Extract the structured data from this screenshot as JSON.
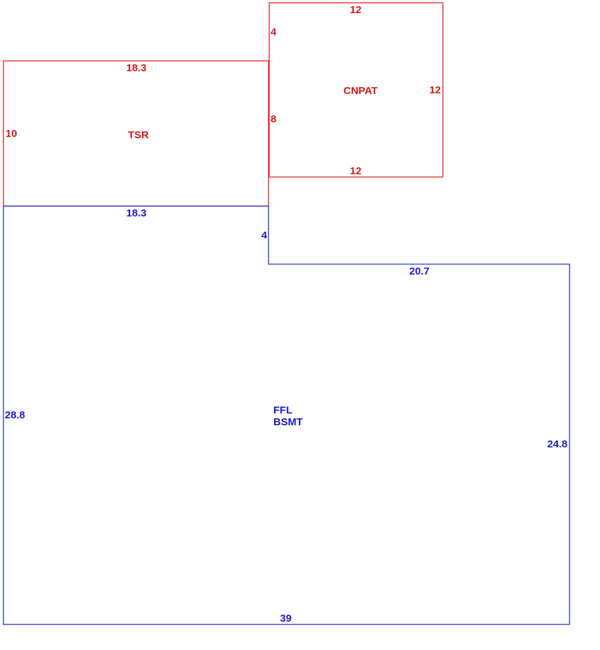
{
  "colors": {
    "upper_structures": "#e02020",
    "main_level": "#1f2fd0"
  },
  "areas": {
    "tsr": {
      "name": "TSR",
      "dims": {
        "top": "18.3",
        "left": "10",
        "right": "8",
        "bottom": "18.3"
      }
    },
    "cnpat": {
      "name": "CNPAT",
      "dims": {
        "top": "12",
        "left": "4",
        "right": "12",
        "bottom": "12"
      }
    },
    "main": {
      "name_line1": "FFL",
      "name_line2": "BSMT",
      "dims": {
        "top_left": "18.3",
        "step": "4",
        "top_right": "20.7",
        "right": "24.8",
        "bottom": "39",
        "left": "28.8"
      }
    }
  }
}
